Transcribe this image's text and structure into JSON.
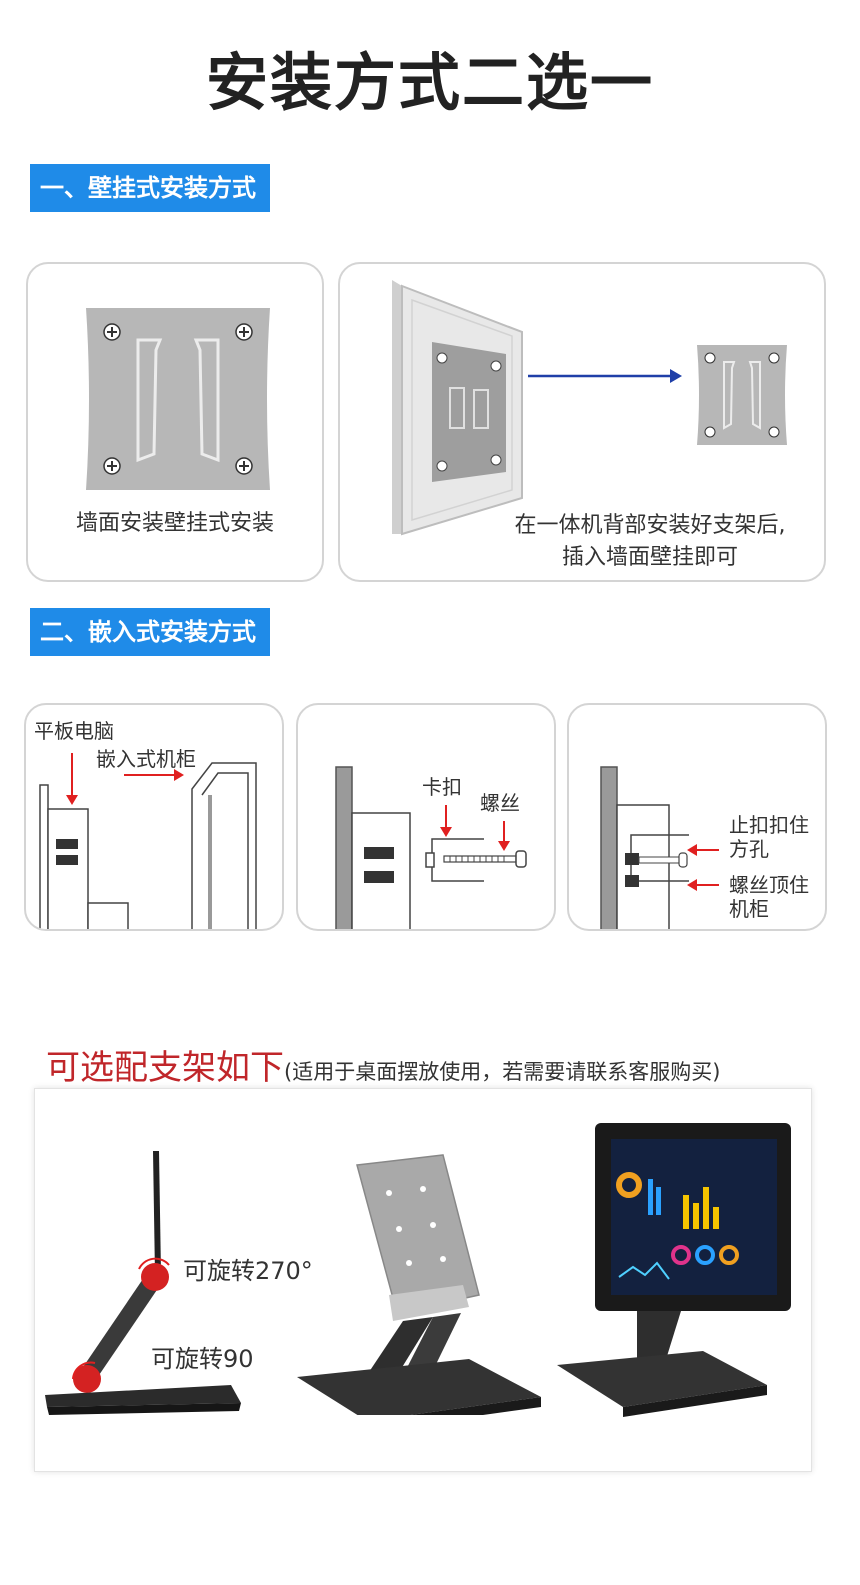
{
  "title": "安装方式二选一",
  "section1": {
    "tag": "一、壁挂式安装方式",
    "card1_caption": "墙面安装壁挂式安装",
    "card2_caption_line1": "在一体机背部安装好支架后,",
    "card2_caption_line2": "插入墙面壁挂即可"
  },
  "section2": {
    "tag": "二、嵌入式安装方式",
    "panel1": {
      "label_tablet": "平板电脑",
      "label_cabinet": "嵌入式机柜"
    },
    "panel2": {
      "label_clip": "卡扣",
      "label_screw": "螺丝"
    },
    "panel3": {
      "label_stop_1": "止扣扣住",
      "label_stop_2": "方孔",
      "label_screw_1": "螺丝顶住",
      "label_screw_2": "机柜"
    }
  },
  "stand": {
    "title": "可选配支架如下",
    "subtitle": "(适用于桌面摆放使用，若需要请联系客服购买)",
    "rotate_270": "可旋转270°",
    "rotate_90": "可旋转90"
  },
  "colors": {
    "section_tag_bg": "#1f8be8",
    "stand_title": "#c0262a",
    "arrow_red": "#e02020",
    "arrow_blue": "#1f3fa8"
  }
}
